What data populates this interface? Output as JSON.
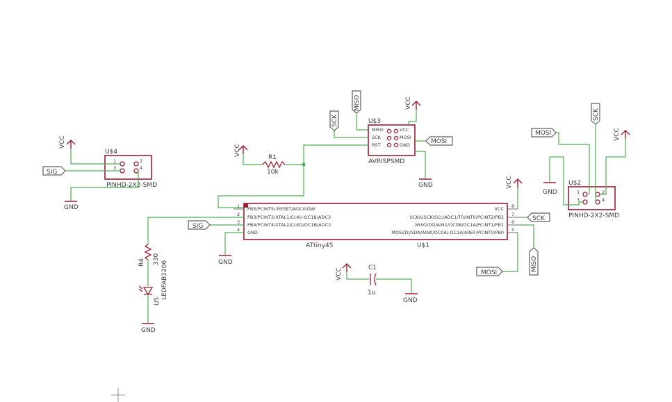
{
  "labels": {
    "vcc": "VCC",
    "gnd": "GND",
    "sig": "SIG",
    "sck": "SCK",
    "miso": "MISO",
    "mosi": "MOSI"
  },
  "u4": {
    "name": "U$4",
    "value": "PINHD-2X2-SMD",
    "pins": [
      "1",
      "2",
      "3",
      "4"
    ]
  },
  "u3": {
    "name": "U$3",
    "value": "AVRISPSMD",
    "pins_left": [
      "MISO",
      "SCK",
      "RST"
    ],
    "pins_right": [
      "VCC",
      "MOSI",
      "GND"
    ]
  },
  "u2": {
    "name": "U$2",
    "value": "PINHD-2X2-SMD",
    "pins": [
      "1",
      "2",
      "3",
      "4"
    ]
  },
  "u1": {
    "name": "U$1",
    "value": "ATtiny45",
    "left_pins": [
      {
        "num": "1",
        "label": "PB5/PCINT5/-RESET/ADC0/DW"
      },
      {
        "num": "2",
        "label": "PB3/PCINT3/XTAL1/CLKI/-OC1B/ADC3"
      },
      {
        "num": "3",
        "label": "PB4/PCINT4/XTAL2/CLKO/OC1B/ADC2"
      },
      {
        "num": "4",
        "label": "GND"
      }
    ],
    "right_pins": [
      {
        "num": "8",
        "label": "VCC"
      },
      {
        "num": "7",
        "label": "SCK/USCK/SCL/ADC1/T0/INT0/PCINT2/PB2"
      },
      {
        "num": "6",
        "label": "MISO/DO/AIN1/OC0B/OC1A/PCINT1/PB1"
      },
      {
        "num": "5",
        "label": "MOSI/DI/SDA/AIN0/OC0A/-OC1A/AREF/PCINT0/PB0"
      }
    ]
  },
  "r1": {
    "name": "R1",
    "value": "10k"
  },
  "r4": {
    "name": "R4",
    "value": "330"
  },
  "u5": {
    "name": "U5",
    "value": "LEDFAB1206"
  },
  "c1": {
    "name": "C1",
    "value": "1u"
  }
}
